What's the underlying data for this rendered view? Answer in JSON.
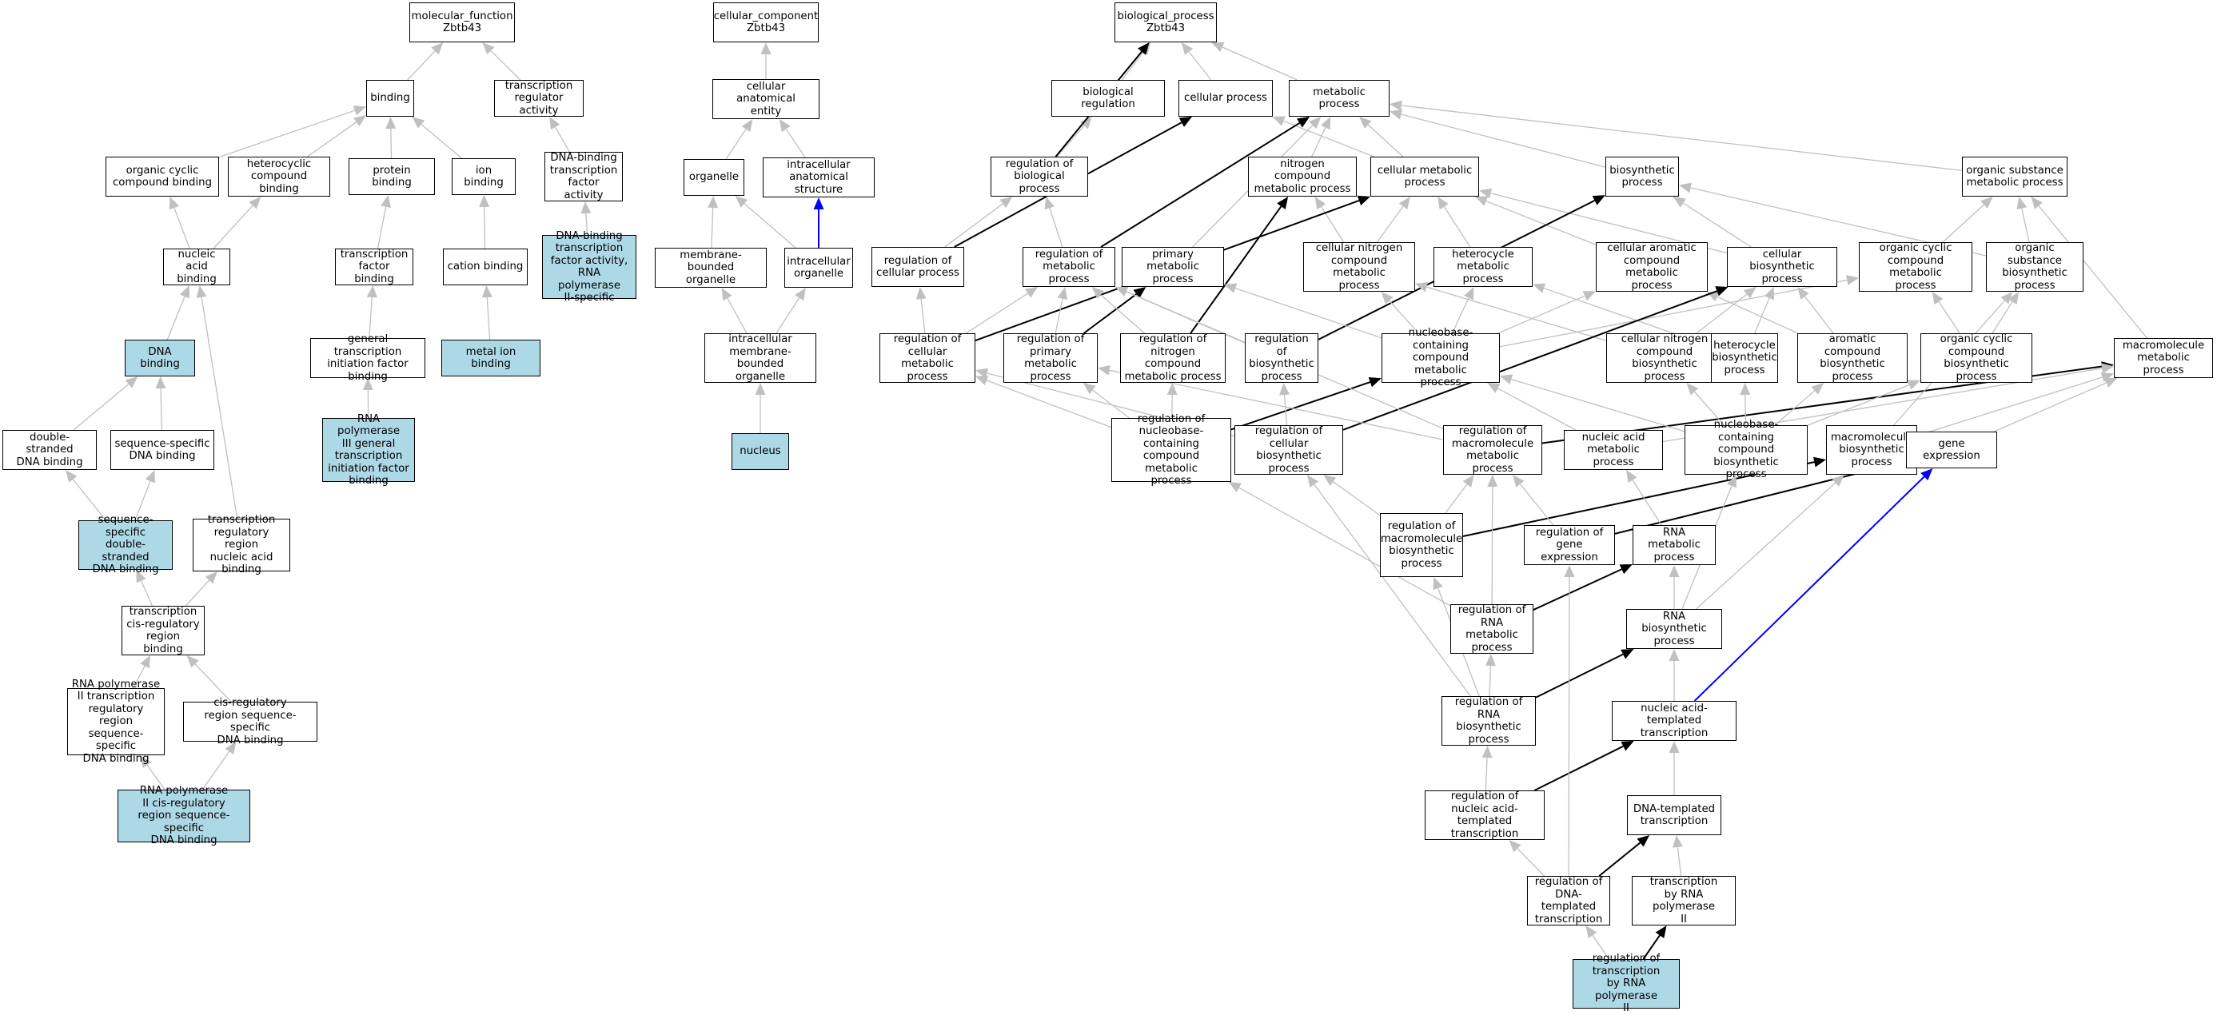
{
  "colors": {
    "highlight": "#add8e6",
    "gray_edge": "#c0c0c0",
    "black_edge": "#000000",
    "blue_edge": "#0000ff"
  },
  "nodes": {
    "mf_root": {
      "label": "molecular_function\nZbtb43",
      "highlight": false
    },
    "cc_root": {
      "label": "cellular_component\nZbtb43",
      "highlight": false
    },
    "bp_root": {
      "label": "biological_process\nZbtb43",
      "highlight": false
    },
    "binding": {
      "label": "binding",
      "highlight": false
    },
    "tr_activity": {
      "label": "transcription\nregulator activity",
      "highlight": false
    },
    "org_cyclic_cb": {
      "label": "organic cyclic\ncompound binding",
      "highlight": false
    },
    "hetero_cb": {
      "label": "heterocyclic\ncompound binding",
      "highlight": false
    },
    "protein_binding": {
      "label": "protein binding",
      "highlight": false
    },
    "ion_binding": {
      "label": "ion binding",
      "highlight": false
    },
    "dbtfa": {
      "label": "DNA-binding\ntranscription\nfactor activity",
      "highlight": false
    },
    "nucleic_acid_binding": {
      "label": "nucleic acid\nbinding",
      "highlight": false
    },
    "tf_binding": {
      "label": "transcription\nfactor binding",
      "highlight": false
    },
    "cation_binding": {
      "label": "cation binding",
      "highlight": false
    },
    "dbtfa_pol2": {
      "label": "DNA-binding\ntranscription\nfactor activity,\nRNA polymerase\nII-specific",
      "highlight": true
    },
    "dna_binding": {
      "label": "DNA binding",
      "highlight": true
    },
    "gtif_binding": {
      "label": "general transcription\ninitiation factor\nbinding",
      "highlight": false
    },
    "metal_ion_binding": {
      "label": "metal ion binding",
      "highlight": true
    },
    "ds_dna_binding": {
      "label": "double-stranded\nDNA binding",
      "highlight": false
    },
    "ss_dna_binding": {
      "label": "sequence-specific\nDNA binding",
      "highlight": false
    },
    "pol3_gtif": {
      "label": "RNA polymerase\nIII general\ntranscription\ninitiation factor\nbinding",
      "highlight": true
    },
    "ssds_dna_binding": {
      "label": "sequence-specific\ndouble-stranded\nDNA binding",
      "highlight": true
    },
    "trr_na_binding": {
      "label": "transcription\nregulatory region\nnucleic acid\nbinding",
      "highlight": false
    },
    "tcis_binding": {
      "label": "transcription\ncis-regulatory\nregion binding",
      "highlight": false
    },
    "pol2_trr_binding": {
      "label": "RNA polymerase\nII transcription\nregulatory region\nsequence-specific\nDNA binding",
      "highlight": false
    },
    "cis_reg_binding": {
      "label": "cis-regulatory\nregion sequence-specific\nDNA binding",
      "highlight": false
    },
    "pol2_cis_binding": {
      "label": "RNA polymerase\nII cis-regulatory\nregion sequence-specific\nDNA binding",
      "highlight": true
    },
    "cell_anat_entity": {
      "label": "cellular anatomical\nentity",
      "highlight": false
    },
    "organelle": {
      "label": "organelle",
      "highlight": false
    },
    "intracell_anat": {
      "label": "intracellular\nanatomical structure",
      "highlight": false
    },
    "membrane_organelle": {
      "label": "membrane-bounded\norganelle",
      "highlight": false
    },
    "intracell_organelle": {
      "label": "intracellular\norganelle",
      "highlight": false
    },
    "intracell_membrane_organelle": {
      "label": "intracellular\nmembrane-bounded\norganelle",
      "highlight": false
    },
    "nucleus": {
      "label": "nucleus",
      "highlight": true
    },
    "biological_regulation": {
      "label": "biological regulation",
      "highlight": false
    },
    "cellular_process": {
      "label": "cellular process",
      "highlight": false
    },
    "metabolic_process": {
      "label": "metabolic process",
      "highlight": false
    },
    "reg_biol_proc": {
      "label": "regulation of\nbiological process",
      "highlight": false
    },
    "nitrogen_comp_mp": {
      "label": "nitrogen compound\nmetabolic process",
      "highlight": false
    },
    "cellular_mp": {
      "label": "cellular metabolic\nprocess",
      "highlight": false
    },
    "biosynthetic_process": {
      "label": "biosynthetic\nprocess",
      "highlight": false
    },
    "org_subst_mp": {
      "label": "organic substance\nmetabolic process",
      "highlight": false
    },
    "reg_cell_proc": {
      "label": "regulation of\ncellular process",
      "highlight": false
    },
    "reg_metab_proc": {
      "label": "regulation of\nmetabolic process",
      "highlight": false
    },
    "primary_mp": {
      "label": "primary metabolic\nprocess",
      "highlight": false
    },
    "cell_nitro_cmp": {
      "label": "cellular nitrogen\ncompound metabolic\nprocess",
      "highlight": false
    },
    "heterocycle_mp": {
      "label": "heterocycle\nmetabolic process",
      "highlight": false
    },
    "cell_arom_cmp": {
      "label": "cellular aromatic\ncompound metabolic\nprocess",
      "highlight": false
    },
    "cell_biosynth": {
      "label": "cellular biosynthetic\nprocess",
      "highlight": false
    },
    "org_cyclic_cmp": {
      "label": "organic cyclic\ncompound metabolic\nprocess",
      "highlight": false
    },
    "org_subst_biosynth": {
      "label": "organic substance\nbiosynthetic\nprocess",
      "highlight": false
    },
    "reg_cell_mp": {
      "label": "regulation of\ncellular metabolic\nprocess",
      "highlight": false
    },
    "reg_primary_mp": {
      "label": "regulation of\nprimary metabolic\nprocess",
      "highlight": false
    },
    "reg_nitro_cmp": {
      "label": "regulation of\nnitrogen compound\nmetabolic process",
      "highlight": false
    },
    "reg_biosynth": {
      "label": "regulation of\nbiosynthetic\nprocess",
      "highlight": false
    },
    "nucleobase_cmp": {
      "label": "nucleobase-containing\ncompound metabolic\nprocess",
      "highlight": false
    },
    "cell_nitro_cbp": {
      "label": "cellular nitrogen\ncompound biosynthetic\nprocess",
      "highlight": false
    },
    "heterocycle_bp": {
      "label": "heterocycle\nbiosynthetic\nprocess",
      "highlight": false
    },
    "arom_cbp": {
      "label": "aromatic compound\nbiosynthetic\nprocess",
      "highlight": false
    },
    "org_cyclic_cbp": {
      "label": "organic cyclic\ncompound biosynthetic\nprocess",
      "highlight": false
    },
    "macromolecule_mp": {
      "label": "macromolecule\nmetabolic process",
      "highlight": false
    },
    "reg_nucleobase_cmp": {
      "label": "regulation of\nnucleobase-containing\ncompound metabolic\nprocess",
      "highlight": false
    },
    "reg_cell_biosynth": {
      "label": "regulation of\ncellular biosynthetic\nprocess",
      "highlight": false
    },
    "reg_macro_mp": {
      "label": "regulation of\nmacromolecule\nmetabolic process",
      "highlight": false
    },
    "nucleic_acid_mp": {
      "label": "nucleic acid\nmetabolic process",
      "highlight": false
    },
    "nucleobase_cbp": {
      "label": "nucleobase-containing\ncompound biosynthetic\nprocess",
      "highlight": false
    },
    "macromolecule_bp": {
      "label": "macromolecule\nbiosynthetic\nprocess",
      "highlight": false
    },
    "gene_expression": {
      "label": "gene expression",
      "highlight": false
    },
    "reg_macro_bp": {
      "label": "regulation of\nmacromolecule\nbiosynthetic\nprocess",
      "highlight": false
    },
    "reg_gene_expr": {
      "label": "regulation of\ngene expression",
      "highlight": false
    },
    "rna_mp": {
      "label": "RNA metabolic\nprocess",
      "highlight": false
    },
    "reg_rna_mp": {
      "label": "regulation of\nRNA metabolic\nprocess",
      "highlight": false
    },
    "rna_bp": {
      "label": "RNA biosynthetic\nprocess",
      "highlight": false
    },
    "reg_rna_bp": {
      "label": "regulation of\nRNA biosynthetic\nprocess",
      "highlight": false
    },
    "na_templ_transc": {
      "label": "nucleic acid-templated\ntranscription",
      "highlight": false
    },
    "reg_na_templ_transc": {
      "label": "regulation of\nnucleic acid-templated\ntranscription",
      "highlight": false
    },
    "dna_templ_transc": {
      "label": "DNA-templated\ntranscription",
      "highlight": false
    },
    "reg_dna_templ_transc": {
      "label": "regulation of\nDNA-templated\ntranscription",
      "highlight": false
    },
    "transc_pol2": {
      "label": "transcription\nby RNA polymerase\nII",
      "highlight": false
    },
    "reg_transc_pol2": {
      "label": "regulation of\ntranscription\nby RNA polymerase\nII",
      "highlight": true
    }
  },
  "edges": [
    [
      "binding",
      "mf_root",
      "gray"
    ],
    [
      "tr_activity",
      "mf_root",
      "gray"
    ],
    [
      "org_cyclic_cb",
      "binding",
      "gray"
    ],
    [
      "hetero_cb",
      "binding",
      "gray"
    ],
    [
      "protein_binding",
      "binding",
      "gray"
    ],
    [
      "ion_binding",
      "binding",
      "gray"
    ],
    [
      "dbtfa",
      "tr_activity",
      "gray"
    ],
    [
      "nucleic_acid_binding",
      "org_cyclic_cb",
      "gray"
    ],
    [
      "nucleic_acid_binding",
      "hetero_cb",
      "gray"
    ],
    [
      "tf_binding",
      "protein_binding",
      "gray"
    ],
    [
      "cation_binding",
      "ion_binding",
      "gray"
    ],
    [
      "dbtfa_pol2",
      "dbtfa",
      "gray"
    ],
    [
      "dna_binding",
      "nucleic_acid_binding",
      "gray"
    ],
    [
      "gtif_binding",
      "tf_binding",
      "gray"
    ],
    [
      "metal_ion_binding",
      "cation_binding",
      "gray"
    ],
    [
      "ds_dna_binding",
      "dna_binding",
      "gray"
    ],
    [
      "ss_dna_binding",
      "dna_binding",
      "gray"
    ],
    [
      "pol3_gtif",
      "gtif_binding",
      "gray"
    ],
    [
      "ssds_dna_binding",
      "ds_dna_binding",
      "gray"
    ],
    [
      "ssds_dna_binding",
      "ss_dna_binding",
      "gray"
    ],
    [
      "trr_na_binding",
      "nucleic_acid_binding",
      "gray"
    ],
    [
      "tcis_binding",
      "ssds_dna_binding",
      "gray"
    ],
    [
      "tcis_binding",
      "trr_na_binding",
      "gray"
    ],
    [
      "pol2_trr_binding",
      "tcis_binding",
      "gray"
    ],
    [
      "cis_reg_binding",
      "tcis_binding",
      "gray"
    ],
    [
      "pol2_cis_binding",
      "pol2_trr_binding",
      "gray"
    ],
    [
      "pol2_cis_binding",
      "cis_reg_binding",
      "gray"
    ],
    [
      "cell_anat_entity",
      "cc_root",
      "gray"
    ],
    [
      "organelle",
      "cell_anat_entity",
      "gray"
    ],
    [
      "intracell_anat",
      "cell_anat_entity",
      "gray"
    ],
    [
      "membrane_organelle",
      "organelle",
      "gray"
    ],
    [
      "intracell_organelle",
      "organelle",
      "gray"
    ],
    [
      "intracell_organelle",
      "intracell_anat",
      "blue"
    ],
    [
      "intracell_membrane_organelle",
      "membrane_organelle",
      "gray"
    ],
    [
      "intracell_membrane_organelle",
      "intracell_organelle",
      "gray"
    ],
    [
      "nucleus",
      "intracell_membrane_organelle",
      "gray"
    ],
    [
      "biological_regulation",
      "bp_root",
      "gray"
    ],
    [
      "cellular_process",
      "bp_root",
      "gray"
    ],
    [
      "metabolic_process",
      "bp_root",
      "gray"
    ],
    [
      "reg_biol_proc",
      "biological_regulation",
      "gray"
    ],
    [
      "reg_biol_proc",
      "bp_root",
      "black"
    ],
    [
      "nitrogen_comp_mp",
      "metabolic_process",
      "gray"
    ],
    [
      "cellular_mp",
      "metabolic_process",
      "gray"
    ],
    [
      "cellular_mp",
      "cellular_process",
      "gray"
    ],
    [
      "biosynthetic_process",
      "metabolic_process",
      "gray"
    ],
    [
      "org_subst_mp",
      "metabolic_process",
      "gray"
    ],
    [
      "reg_cell_proc",
      "reg_biol_proc",
      "gray"
    ],
    [
      "reg_cell_proc",
      "cellular_process",
      "black"
    ],
    [
      "reg_metab_proc",
      "reg_biol_proc",
      "gray"
    ],
    [
      "reg_metab_proc",
      "metabolic_process",
      "black"
    ],
    [
      "primary_mp",
      "metabolic_process",
      "gray"
    ],
    [
      "cell_nitro_cmp",
      "nitrogen_comp_mp",
      "gray"
    ],
    [
      "cell_nitro_cmp",
      "cellular_mp",
      "gray"
    ],
    [
      "heterocycle_mp",
      "cellular_mp",
      "gray"
    ],
    [
      "cell_arom_cmp",
      "cellular_mp",
      "gray"
    ],
    [
      "cell_biosynth",
      "cellular_mp",
      "gray"
    ],
    [
      "cell_biosynth",
      "biosynthetic_process",
      "gray"
    ],
    [
      "org_cyclic_cmp",
      "org_subst_mp",
      "gray"
    ],
    [
      "org_subst_biosynth",
      "org_subst_mp",
      "gray"
    ],
    [
      "org_subst_biosynth",
      "biosynthetic_process",
      "gray"
    ],
    [
      "reg_cell_mp",
      "reg_cell_proc",
      "gray"
    ],
    [
      "reg_cell_mp",
      "reg_metab_proc",
      "gray"
    ],
    [
      "reg_cell_mp",
      "cellular_mp",
      "black"
    ],
    [
      "reg_primary_mp",
      "reg_metab_proc",
      "gray"
    ],
    [
      "reg_primary_mp",
      "primary_mp",
      "black"
    ],
    [
      "reg_nitro_cmp",
      "reg_metab_proc",
      "gray"
    ],
    [
      "reg_nitro_cmp",
      "nitrogen_comp_mp",
      "black"
    ],
    [
      "reg_biosynth",
      "reg_metab_proc",
      "gray"
    ],
    [
      "reg_biosynth",
      "biosynthetic_process",
      "black"
    ],
    [
      "nucleobase_cmp",
      "primary_mp",
      "gray"
    ],
    [
      "nucleobase_cmp",
      "cell_nitro_cmp",
      "gray"
    ],
    [
      "nucleobase_cmp",
      "heterocycle_mp",
      "gray"
    ],
    [
      "nucleobase_cmp",
      "cell_arom_cmp",
      "gray"
    ],
    [
      "nucleobase_cmp",
      "org_cyclic_cmp",
      "gray"
    ],
    [
      "cell_nitro_cbp",
      "cell_nitro_cmp",
      "gray"
    ],
    [
      "cell_nitro_cbp",
      "cell_biosynth",
      "gray"
    ],
    [
      "heterocycle_bp",
      "heterocycle_mp",
      "gray"
    ],
    [
      "heterocycle_bp",
      "cell_biosynth",
      "gray"
    ],
    [
      "arom_cbp",
      "cell_arom_cmp",
      "gray"
    ],
    [
      "arom_cbp",
      "cell_biosynth",
      "gray"
    ],
    [
      "org_cyclic_cbp",
      "org_cyclic_cmp",
      "gray"
    ],
    [
      "org_cyclic_cbp",
      "org_subst_biosynth",
      "gray"
    ],
    [
      "macromolecule_mp",
      "org_subst_mp",
      "gray"
    ],
    [
      "reg_nucleobase_cmp",
      "reg_cell_mp",
      "gray"
    ],
    [
      "reg_nucleobase_cmp",
      "reg_primary_mp",
      "gray"
    ],
    [
      "reg_nucleobase_cmp",
      "reg_nitro_cmp",
      "gray"
    ],
    [
      "reg_nucleobase_cmp",
      "nucleobase_cmp",
      "black"
    ],
    [
      "reg_cell_biosynth",
      "reg_cell_mp",
      "gray"
    ],
    [
      "reg_cell_biosynth",
      "reg_biosynth",
      "gray"
    ],
    [
      "reg_cell_biosynth",
      "cell_biosynth",
      "black"
    ],
    [
      "reg_macro_mp",
      "reg_primary_mp",
      "gray"
    ],
    [
      "reg_macro_mp",
      "reg_metab_proc",
      "gray"
    ],
    [
      "reg_macro_mp",
      "macromolecule_mp",
      "black"
    ],
    [
      "nucleic_acid_mp",
      "nucleobase_cmp",
      "gray"
    ],
    [
      "nucleic_acid_mp",
      "macromolecule_mp",
      "gray"
    ],
    [
      "nucleobase_cbp",
      "nucleobase_cmp",
      "gray"
    ],
    [
      "nucleobase_cbp",
      "cell_nitro_cbp",
      "gray"
    ],
    [
      "nucleobase_cbp",
      "heterocycle_bp",
      "gray"
    ],
    [
      "nucleobase_cbp",
      "arom_cbp",
      "gray"
    ],
    [
      "nucleobase_cbp",
      "org_cyclic_cbp",
      "gray"
    ],
    [
      "macromolecule_bp",
      "macromolecule_mp",
      "gray"
    ],
    [
      "macromolecule_bp",
      "org_subst_biosynth",
      "gray"
    ],
    [
      "gene_expression",
      "macromolecule_mp",
      "gray"
    ],
    [
      "reg_macro_bp",
      "reg_macro_mp",
      "gray"
    ],
    [
      "reg_macro_bp",
      "reg_cell_biosynth",
      "gray"
    ],
    [
      "reg_macro_bp",
      "macromolecule_bp",
      "black"
    ],
    [
      "reg_gene_expr",
      "reg_macro_mp",
      "gray"
    ],
    [
      "reg_gene_expr",
      "gene_expression",
      "black"
    ],
    [
      "rna_mp",
      "nucleic_acid_mp",
      "gray"
    ],
    [
      "reg_rna_mp",
      "reg_macro_mp",
      "gray"
    ],
    [
      "reg_rna_mp",
      "reg_nucleobase_cmp",
      "gray"
    ],
    [
      "reg_rna_mp",
      "rna_mp",
      "black"
    ],
    [
      "rna_bp",
      "rna_mp",
      "gray"
    ],
    [
      "rna_bp",
      "nucleobase_cbp",
      "gray"
    ],
    [
      "rna_bp",
      "macromolecule_bp",
      "gray"
    ],
    [
      "reg_rna_bp",
      "reg_rna_mp",
      "gray"
    ],
    [
      "reg_rna_bp",
      "reg_macro_bp",
      "gray"
    ],
    [
      "reg_rna_bp",
      "reg_cell_biosynth",
      "gray"
    ],
    [
      "reg_rna_bp",
      "rna_bp",
      "black"
    ],
    [
      "na_templ_transc",
      "rna_bp",
      "gray"
    ],
    [
      "na_templ_transc",
      "gene_expression",
      "blue"
    ],
    [
      "reg_na_templ_transc",
      "reg_rna_bp",
      "gray"
    ],
    [
      "reg_na_templ_transc",
      "na_templ_transc",
      "black"
    ],
    [
      "dna_templ_transc",
      "na_templ_transc",
      "gray"
    ],
    [
      "reg_dna_templ_transc",
      "reg_na_templ_transc",
      "gray"
    ],
    [
      "reg_dna_templ_transc",
      "reg_gene_expr",
      "gray"
    ],
    [
      "reg_dna_templ_transc",
      "dna_templ_transc",
      "black"
    ],
    [
      "transc_pol2",
      "dna_templ_transc",
      "gray"
    ],
    [
      "reg_transc_pol2",
      "reg_dna_templ_transc",
      "gray"
    ],
    [
      "reg_transc_pol2",
      "transc_pol2",
      "black"
    ]
  ]
}
